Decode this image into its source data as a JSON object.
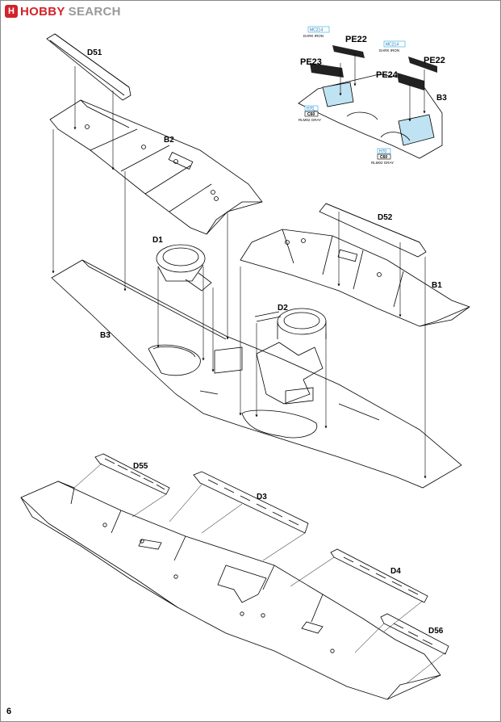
{
  "watermark": {
    "brand_part1": "HOBBY",
    "brand_part2": "SEARCH"
  },
  "page_number": "6",
  "parts": {
    "d51": "D51",
    "b2": "B2",
    "d1": "D1",
    "d52": "D52",
    "b1": "B1",
    "d2": "D2",
    "b3": "B3",
    "d55": "D55",
    "d3": "D3",
    "d4": "D4",
    "d56": "D56",
    "pe22_left": "PE22",
    "pe23": "PE23",
    "pe24": "PE24",
    "pe22_right": "PE22",
    "b3_detail": "B3"
  },
  "paint_callouts": {
    "dark_iron_code": "MC214",
    "dark_iron_name": "DARK IRON",
    "rlm02_code": "H70",
    "rlm02_c": "C60",
    "rlm02_name": "RLM02 GRAY"
  },
  "colors": {
    "line": "#000000",
    "interior": "#bfe3f3",
    "callout": "#29a7e0",
    "brand": "#d2232a"
  }
}
